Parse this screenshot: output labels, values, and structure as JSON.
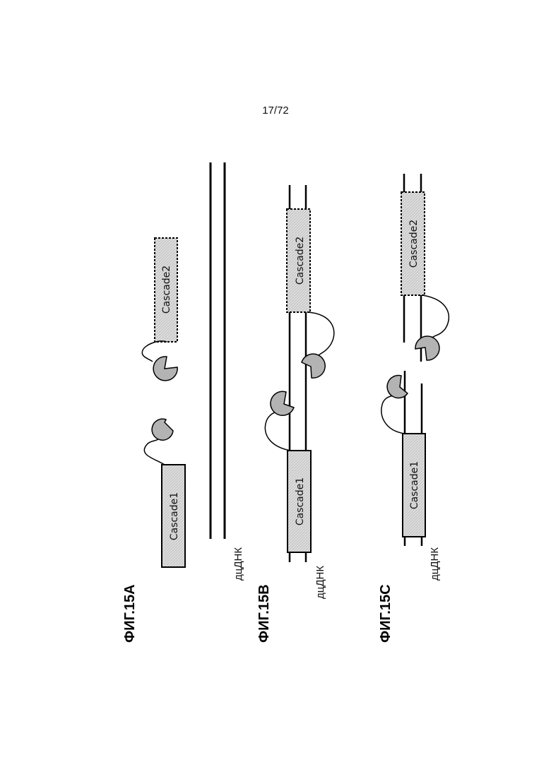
{
  "page_number": "17/72",
  "figures": [
    {
      "id": "15A",
      "label": "ФИГ.15A",
      "cascade1": "Cascade1",
      "cascade2": "Cascade2",
      "dna_label": "дцДНК"
    },
    {
      "id": "15B",
      "label": "ФИГ.15B",
      "cascade1": "Cascade1",
      "cascade2": "Cascade2",
      "dna_label": "дцДНК"
    },
    {
      "id": "15C",
      "label": "ФИГ.15C",
      "cascade1": "Cascade1",
      "cascade2": "Cascade2",
      "dna_label": "дцДНК"
    }
  ],
  "colors": {
    "box_fill": "#d8d8d8",
    "nuclease_fill": "#b3b3b3",
    "line": "#000000"
  }
}
